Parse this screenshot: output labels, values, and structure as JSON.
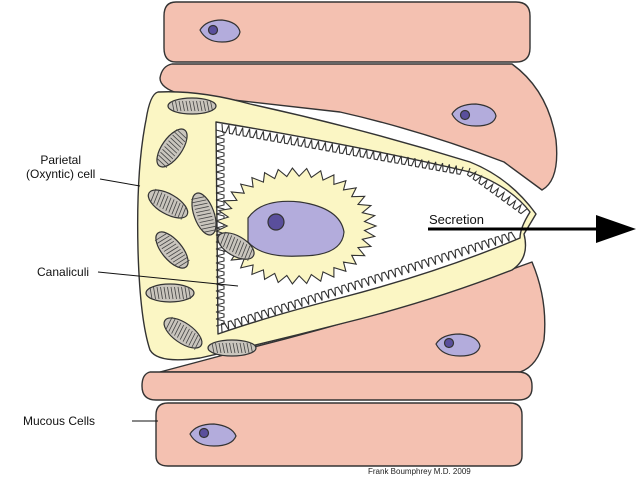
{
  "labels": {
    "parietal_line1": "Parietal",
    "parietal_line2": "(Oxyntic) cell",
    "canaliculi": "Canaliculi",
    "mucous": "Mucous Cells",
    "secretion": "Secretion",
    "credit": "Frank Boumphrey M.D. 2009"
  },
  "colors": {
    "cell_fill": "#f4c1b1",
    "parietal_fill": "#fbf6c4",
    "nucleus_fill": "#b3acdc",
    "nucleolus_fill": "#5a4f9c",
    "outline": "#333333"
  }
}
